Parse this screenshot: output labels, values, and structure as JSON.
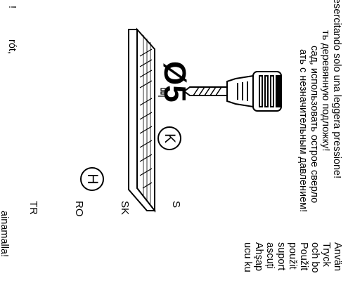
{
  "top_block": {
    "lines": [
      "esercitando solo una leggera pressione!",
      "ть деревянную подложку!",
      "сад, использовать острое сверло",
      "ать с незначительным давлением!"
    ]
  },
  "left_fragments": [
    "!",
    "rót,"
  ],
  "bottom_fragment": "ainamalla!",
  "diameter_label": "Ø5",
  "section_markers": [
    "K",
    "H"
  ],
  "language_codes": [
    "S",
    "SK",
    "RO",
    "TR"
  ],
  "right_column": {
    "lines": [
      "Använ",
      "Tryck",
      "och bo",
      "Použit",
      "použit",
      "suport",
      "ascuți",
      "Ahşap",
      "ucu ku"
    ]
  },
  "colors": {
    "ink": "#000000",
    "paper": "#ffffff"
  },
  "icons": [
    "drill-icon",
    "wood-board-icon"
  ]
}
